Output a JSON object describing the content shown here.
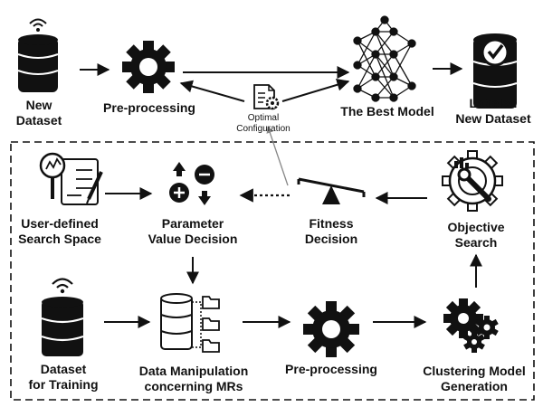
{
  "top_row": {
    "new_dataset": [
      "New",
      "Dataset"
    ],
    "preprocessing": "Pre-processing",
    "best_model": "The Best Model",
    "labeled_new_dataset": [
      "Labeled",
      "New Dataset"
    ],
    "optimal_configuration": [
      "Optimal",
      "Configuration"
    ]
  },
  "loop": {
    "search_space": [
      "User-defined",
      "Search Space"
    ],
    "parameter_value_decision": [
      "Parameter",
      "Value Decision"
    ],
    "fitness_decision": [
      "Fitness",
      "Decision"
    ],
    "objective_search": [
      "Objective",
      "Search"
    ],
    "dataset_for_training": [
      "Dataset",
      "for Training"
    ],
    "data_manipulation": [
      "Data Manipulation",
      "concerning MRs"
    ],
    "preprocessing": "Pre-processing",
    "clustering_model_generation": [
      "Clustering Model",
      "Generation"
    ]
  },
  "icons": {
    "new_dataset": "database-wifi-icon",
    "preprocessing": "gear-icon",
    "best_model": "neural-network-icon",
    "labeled_dataset": "database-check-icon",
    "optimal_configuration": "document-gear-icon",
    "search_space": "checklist-magnifier-icon",
    "parameter_value_decision": "plus-minus-arrows-icon",
    "fitness_decision": "seesaw-icon",
    "objective_search": "gear-wrench-icon",
    "dataset_for_training": "database-wifi-icon",
    "data_manipulation": "database-folders-icon",
    "loop_preprocessing": "gear-icon",
    "clustering_model_generation": "gears-icon"
  },
  "colors": {
    "ink": "#111111",
    "dashed_arrow": "#888888",
    "background": "#ffffff"
  }
}
